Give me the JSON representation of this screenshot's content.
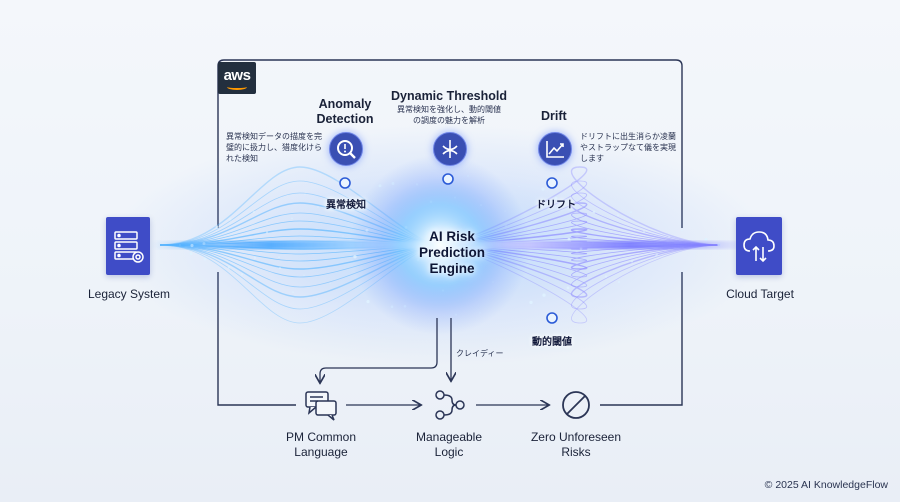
{
  "brand": {
    "aws_logo": "aws"
  },
  "top_nodes": {
    "anomaly": {
      "title": "Anomaly Detection",
      "description": "異常検知データの描度を完璧的に扱力し、猎度化けられた検知",
      "icon": "search-icon"
    },
    "dynamic_threshold": {
      "title": "Dynamic Threshold",
      "description": "異常検知を強化し、動的閾値の調度の魅力を解析",
      "icon": "threshold-icon"
    },
    "drift": {
      "title": "Drift",
      "description": "ドリフトに出生消らか凌蘭やストラップなて儀を実現します",
      "icon": "chart-icon"
    }
  },
  "wave_labels": {
    "anomaly": "異常検知",
    "drift": "ドリフト",
    "dynamic": "動的閾値",
    "clarity": "クレイディー"
  },
  "center": {
    "line1": "AI Risk",
    "line2": "Prediction",
    "line3": "Engine"
  },
  "source": {
    "label": "Legacy System",
    "icon": "server-icon"
  },
  "target": {
    "label": "Cloud Target",
    "icon": "cloud-sync-icon"
  },
  "outcomes": [
    {
      "line1": "PM Common",
      "line2": "Language",
      "icon": "chat-icon"
    },
    {
      "line1": "Manageable",
      "line2": "Logic",
      "icon": "flow-icon"
    },
    {
      "line1": "Zero Unforeseen",
      "line2": "Risks",
      "icon": "no-entry-icon"
    }
  ],
  "footer": {
    "copyright": "© 2025 AI KnowledgeFlow"
  },
  "colors": {
    "accent": "#3f4cc7",
    "glow": "#4aa8ff",
    "frame": "#2b3556",
    "aws_dark": "#232f3e",
    "aws_orange": "#ff9900"
  }
}
